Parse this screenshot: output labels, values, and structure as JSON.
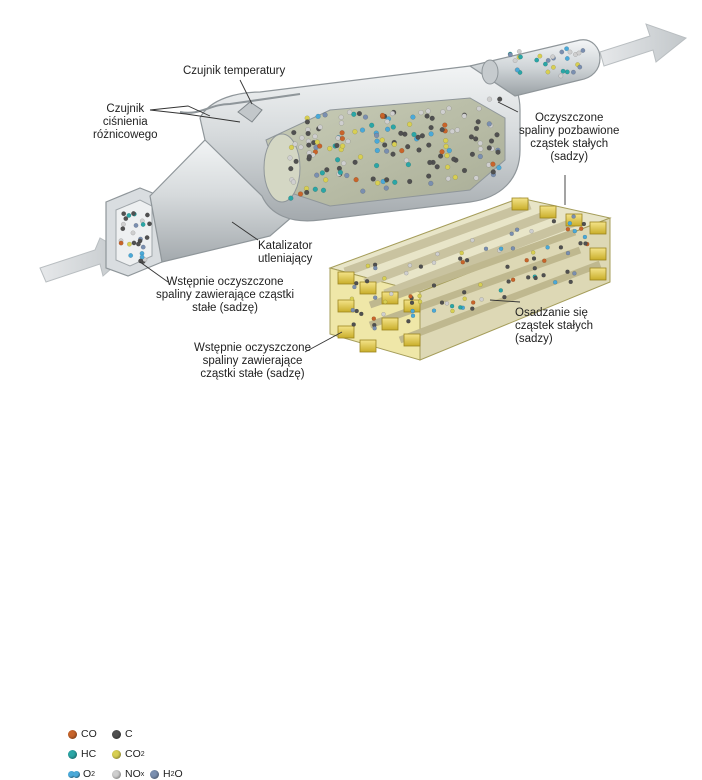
{
  "labels": {
    "temp_sensor": "Czujnik temperatury",
    "pressure_sensor": [
      "Czujnik",
      "ciśnienia",
      "różnicowego"
    ],
    "clean_exhaust": [
      "Oczyszczone",
      "spaliny pozbawione",
      "cząstek stałych",
      "(sadzy)"
    ],
    "catalyst": [
      "Katalizator",
      "utleniający"
    ],
    "prefiltered_1": [
      "Wstępnie oczyszczone",
      "spaliny zawierające cząstki",
      "stałe (sadzę)"
    ],
    "prefiltered_2": [
      "Wstępnie oczyszczone",
      "spaliny zawierające",
      "cząstki stałe (sadzę)"
    ],
    "deposition": [
      "Osadzanie się",
      "cząstek stałych",
      "(sadzy)"
    ]
  },
  "legend": [
    {
      "symbol": "CO",
      "main": "CO",
      "sub": ""
    },
    {
      "symbol": "C",
      "main": "C",
      "sub": ""
    },
    {
      "symbol": "HC",
      "main": "HC",
      "sub": ""
    },
    {
      "symbol": "CO2",
      "main": "CO",
      "sub": "2"
    },
    {
      "symbol": "O2",
      "main": "O",
      "sub": "2"
    },
    {
      "symbol": "NOx",
      "main": "NO",
      "sub": "x"
    },
    {
      "symbol": "H2O",
      "main": "H",
      "sub": "2",
      "tail": "O"
    }
  ],
  "colors": {
    "co": "#c8642a",
    "c": "#505050",
    "hc": "#2aa6a6",
    "co2": "#d8cf52",
    "o2": "#4aa9d8",
    "nox": "#cfcfcf",
    "h2o": "#7a8fb0",
    "metal_light": "#e9ecee",
    "metal_dark": "#9ea4a8",
    "filter_yellow": "#e8d24a"
  }
}
